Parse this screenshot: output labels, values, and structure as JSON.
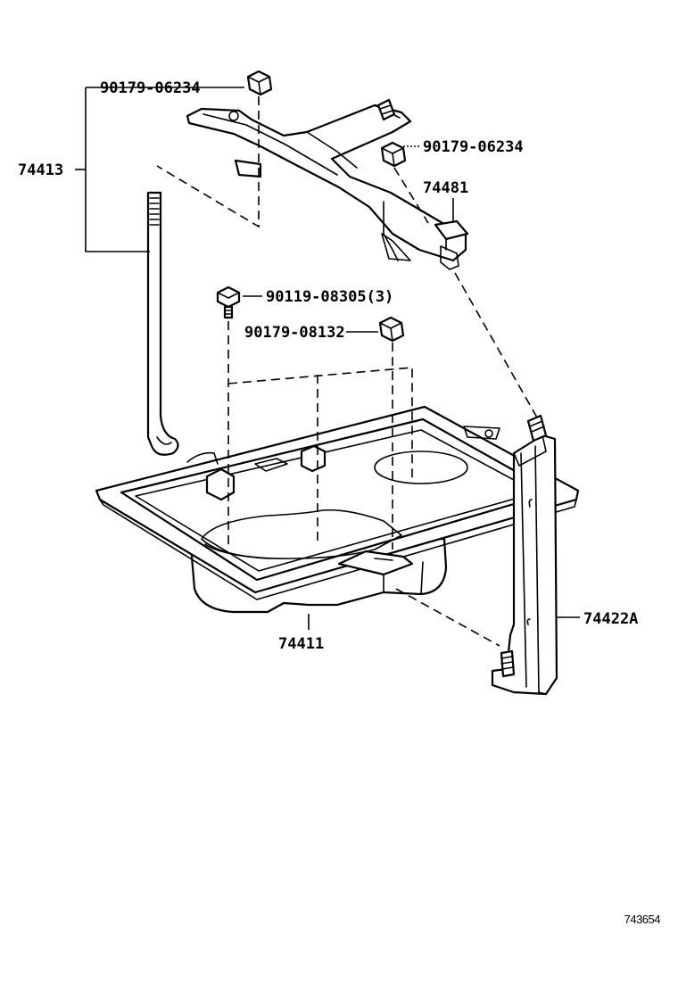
{
  "labels": {
    "nut_top": "90179-06234",
    "rod": "74413",
    "nut_right": "90179-06234",
    "clamp": "74481",
    "bolt": "90119-08305(3)",
    "nut_mid": "90179-08132",
    "tray": "74411",
    "bracket": "74422A"
  },
  "figure_code": "743654"
}
